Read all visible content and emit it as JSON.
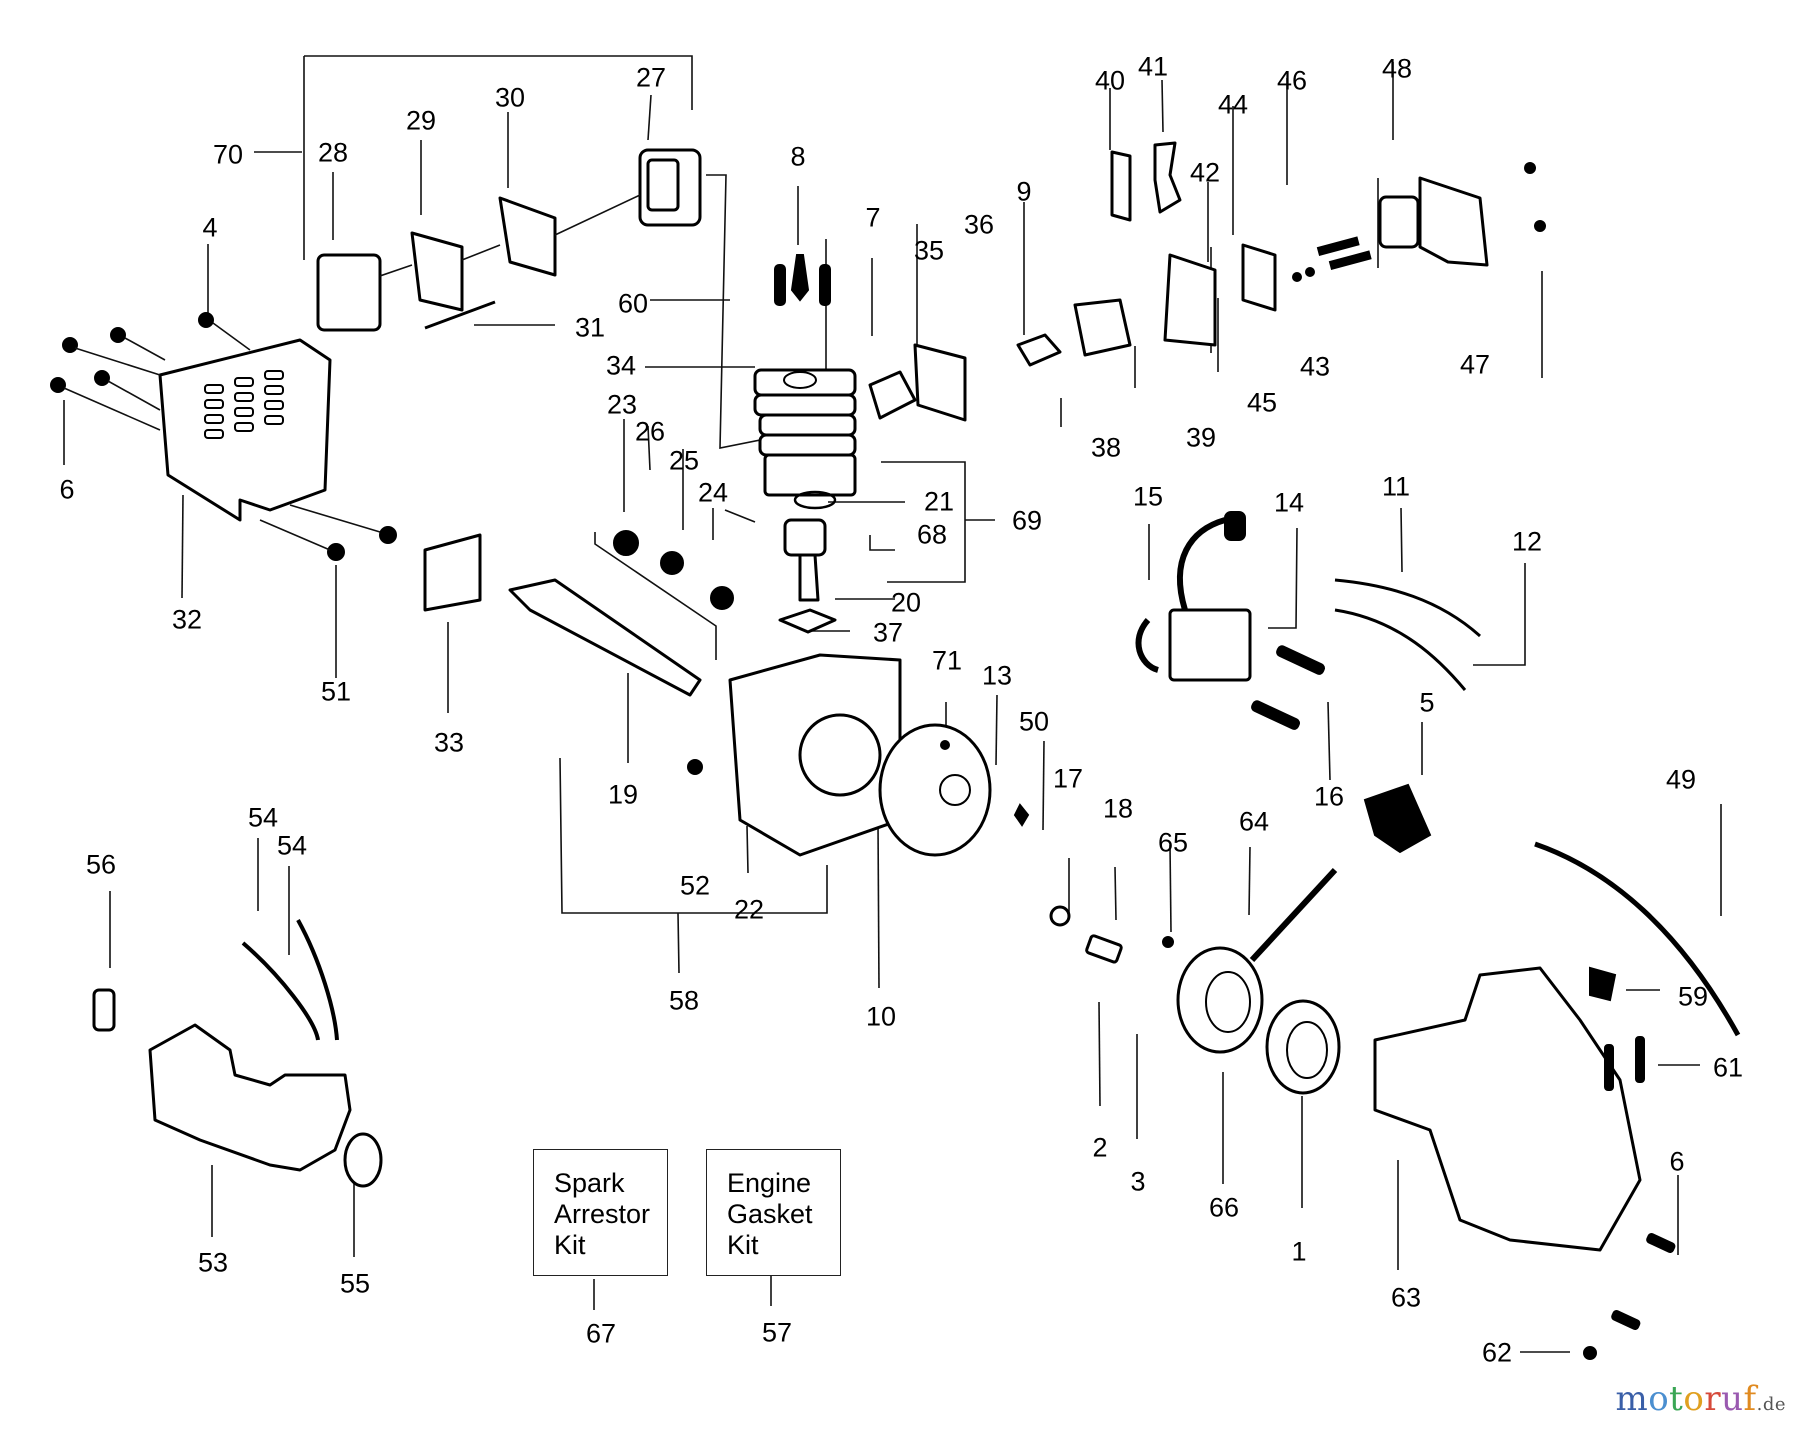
{
  "title": "Engine exploded parts diagram",
  "part_labels": [
    {
      "id": "70",
      "text": "70"
    },
    {
      "id": "28",
      "text": "28"
    },
    {
      "id": "29",
      "text": "29"
    },
    {
      "id": "30",
      "text": "30"
    },
    {
      "id": "27",
      "text": "27"
    },
    {
      "id": "8",
      "text": "8"
    },
    {
      "id": "7",
      "text": "7"
    },
    {
      "id": "35",
      "text": "35"
    },
    {
      "id": "36",
      "text": "36"
    },
    {
      "id": "9",
      "text": "9"
    },
    {
      "id": "40",
      "text": "40"
    },
    {
      "id": "41",
      "text": "41"
    },
    {
      "id": "42",
      "text": "42"
    },
    {
      "id": "44",
      "text": "44"
    },
    {
      "id": "46",
      "text": "46"
    },
    {
      "id": "48",
      "text": "48"
    },
    {
      "id": "4",
      "text": "4"
    },
    {
      "id": "60",
      "text": "60"
    },
    {
      "id": "31",
      "text": "31"
    },
    {
      "id": "34",
      "text": "34"
    },
    {
      "id": "38",
      "text": "38"
    },
    {
      "id": "39",
      "text": "39"
    },
    {
      "id": "45",
      "text": "45"
    },
    {
      "id": "43",
      "text": "43"
    },
    {
      "id": "47",
      "text": "47"
    },
    {
      "id": "6a",
      "text": "6"
    },
    {
      "id": "23",
      "text": "23"
    },
    {
      "id": "26",
      "text": "26"
    },
    {
      "id": "25",
      "text": "25"
    },
    {
      "id": "24",
      "text": "24"
    },
    {
      "id": "21",
      "text": "21"
    },
    {
      "id": "68",
      "text": "68"
    },
    {
      "id": "69",
      "text": "69"
    },
    {
      "id": "20",
      "text": "20"
    },
    {
      "id": "37",
      "text": "37"
    },
    {
      "id": "32",
      "text": "32"
    },
    {
      "id": "51",
      "text": "51"
    },
    {
      "id": "33",
      "text": "33"
    },
    {
      "id": "19",
      "text": "19"
    },
    {
      "id": "15",
      "text": "15"
    },
    {
      "id": "14",
      "text": "14"
    },
    {
      "id": "11",
      "text": "11"
    },
    {
      "id": "12",
      "text": "12"
    },
    {
      "id": "71",
      "text": "71"
    },
    {
      "id": "13",
      "text": "13"
    },
    {
      "id": "50",
      "text": "50"
    },
    {
      "id": "17",
      "text": "17"
    },
    {
      "id": "18",
      "text": "18"
    },
    {
      "id": "65",
      "text": "65"
    },
    {
      "id": "64",
      "text": "64"
    },
    {
      "id": "5",
      "text": "5"
    },
    {
      "id": "16",
      "text": "16"
    },
    {
      "id": "49",
      "text": "49"
    },
    {
      "id": "52",
      "text": "52"
    },
    {
      "id": "22",
      "text": "22"
    },
    {
      "id": "58",
      "text": "58"
    },
    {
      "id": "10",
      "text": "10"
    },
    {
      "id": "54a",
      "text": "54"
    },
    {
      "id": "54b",
      "text": "54"
    },
    {
      "id": "56",
      "text": "56"
    },
    {
      "id": "59",
      "text": "59"
    },
    {
      "id": "61",
      "text": "61"
    },
    {
      "id": "2",
      "text": "2"
    },
    {
      "id": "3",
      "text": "3"
    },
    {
      "id": "66",
      "text": "66"
    },
    {
      "id": "1",
      "text": "1"
    },
    {
      "id": "6b",
      "text": "6"
    },
    {
      "id": "53",
      "text": "53"
    },
    {
      "id": "55",
      "text": "55"
    },
    {
      "id": "63",
      "text": "63"
    },
    {
      "id": "67",
      "text": "67"
    },
    {
      "id": "57",
      "text": "57"
    },
    {
      "id": "62",
      "text": "62"
    }
  ],
  "kits": {
    "spark_arrestor": {
      "lines": [
        "Spark",
        "Arrestor",
        "Kit"
      ],
      "part": "67"
    },
    "engine_gasket": {
      "lines": [
        "Engine",
        "Gasket",
        "Kit"
      ],
      "part": "57"
    }
  },
  "watermark": {
    "letters": [
      {
        "ch": "m",
        "color": "#3a5fa8"
      },
      {
        "ch": "o",
        "color": "#4b8fd0"
      },
      {
        "ch": "t",
        "color": "#3aa655"
      },
      {
        "ch": "o",
        "color": "#e0a020"
      },
      {
        "ch": "r",
        "color": "#d64a3a"
      },
      {
        "ch": "u",
        "color": "#9a5ab0"
      },
      {
        "ch": "f",
        "color": "#e08a20"
      }
    ],
    "suffix": ".de",
    "suffix_color": "#555555"
  }
}
